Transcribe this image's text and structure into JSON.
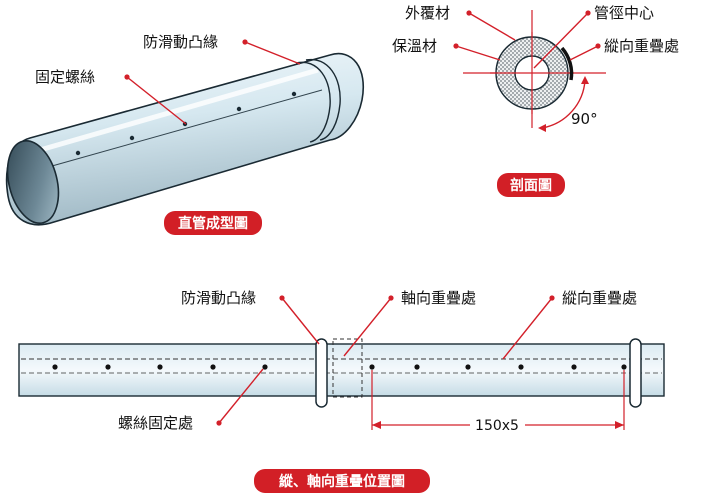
{
  "colors": {
    "pipe_light": "#eef6fb",
    "pipe_mid": "#c9e0ea",
    "pipe_dark": "#7f9aa8",
    "pipe_inner": "#48606d",
    "outline": "#1a2a33",
    "red": "#d3202a",
    "badge_red": "#d21f26",
    "insulation": "#b9bec2",
    "dashed": "#333333"
  },
  "straight_pipe": {
    "caption": "直管成型圖",
    "label_roll_groove": "防滑動凸緣",
    "label_screw": "固定螺絲"
  },
  "section": {
    "caption": "剖面圖",
    "label_outer_cover": "外覆材",
    "label_pipe_center": "管徑中心",
    "label_insulation": "保溫材",
    "label_longitudinal_overlap": "縱向重疊處",
    "angle": "90°"
  },
  "layout_view": {
    "caption": "縱、軸向重疊位置圖",
    "label_roll_groove": "防滑動凸緣",
    "label_axial_overlap": "軸向重疊處",
    "label_longitudinal_overlap": "縱向重疊處",
    "label_screw_position": "螺絲固定處",
    "dimension": "150x5"
  }
}
